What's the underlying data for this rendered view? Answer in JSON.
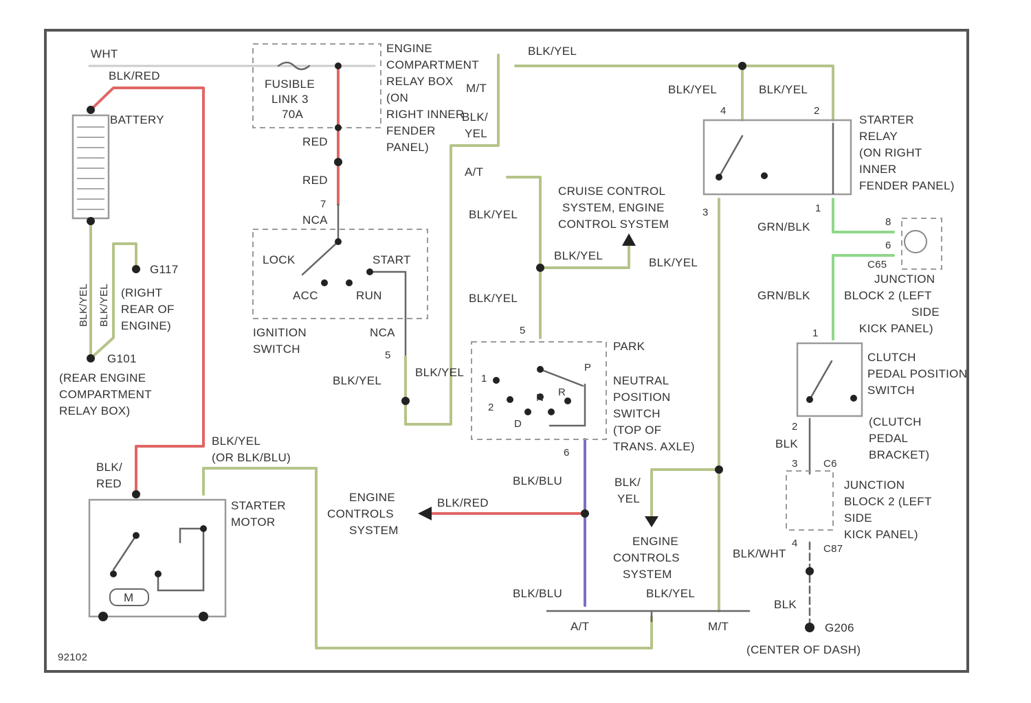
{
  "colors": {
    "background": "#ffffff",
    "frame": "#555555",
    "wire_red": "#e06666",
    "wire_blk_yel": "#b5c48a",
    "wire_grn_blk": "#8fd88a",
    "wire_blk_blu": "#7b6fc4",
    "wire_blk": "#666666",
    "wire_wht": "#cccccc",
    "text": "#333333"
  },
  "figure_id": "92102",
  "components": {
    "battery": "BATTERY",
    "fusible_link": [
      "FUSIBLE",
      "LINK 3",
      "70A"
    ],
    "engine_relay_box": [
      "ENGINE",
      "COMPARTMENT",
      "RELAY BOX",
      "(ON",
      "RIGHT INNER",
      "FENDER",
      "PANEL)"
    ],
    "mt_top": "M/T",
    "g117": "G117",
    "g117_location": [
      "(RIGHT",
      "REAR OF",
      "ENGINE)"
    ],
    "g101": "G101",
    "g101_location": [
      "(REAR ENGINE",
      "COMPARTMENT",
      "RELAY BOX)"
    ],
    "ignition_switch": [
      "IGNITION",
      "SWITCH"
    ],
    "lock": "LOCK",
    "start": "START",
    "acc": "ACC",
    "run": "RUN",
    "cruise_control": [
      "CRUISE CONTROL",
      "SYSTEM, ENGINE",
      "CONTROL SYSTEM"
    ],
    "neutral_switch": [
      "NEUTRAL",
      "POSITION",
      "SWITCH",
      "(TOP OF",
      "TRANS. AXLE)"
    ],
    "park": "PARK",
    "starter_motor": [
      "STARTER",
      "MOTOR"
    ],
    "motor_symbol": "M",
    "ecs_left": [
      "ENGINE",
      "CONTROLS",
      "SYSTEM"
    ],
    "ecs_right": [
      "ENGINE",
      "CONTROLS",
      "SYSTEM"
    ],
    "starter_relay": [
      "STARTER",
      "RELAY",
      "(ON RIGHT",
      "INNER",
      "FENDER PANEL)"
    ],
    "junction_block_2_upper": [
      "JUNCTION",
      "BLOCK 2 (LEFT",
      "SIDE",
      "KICK PANEL)"
    ],
    "clutch_switch": [
      "CLUTCH",
      "PEDAL POSITION",
      "SWITCH"
    ],
    "clutch_bracket": [
      "(CLUTCH",
      "PEDAL",
      "BRACKET)"
    ],
    "junction_block_2_lower": [
      "JUNCTION",
      "BLOCK 2 (LEFT",
      "SIDE",
      "KICK PANEL)"
    ],
    "g206": "G206",
    "g206_location": "(CENTER OF DASH)",
    "at_label": "A/T",
    "mt_label": "M/T",
    "at_top": "A/T"
  },
  "wire_labels": {
    "wht": "WHT",
    "blk_red_top": "BLK/RED",
    "blk_yel_top": "BLK/YEL",
    "blk_yel_relay_4": "BLK/YEL",
    "blk_yel_relay_2": "BLK/YEL",
    "red_1": "RED",
    "red_2": "RED",
    "nca_1": "NCA",
    "nca_2": "NCA",
    "blk_yel_side": "BLK/YEL",
    "blk_yel_at_1": "BLK/YEL",
    "blk_yel_cruise": "BLK/YEL",
    "blk_yel_cruise_right": "BLK/YEL",
    "blk_yel_at_2": "BLK/YEL",
    "blk_yel_ign": "BLK/YEL",
    "blk_yel_ign_2": [
      "BLK/",
      "YEL"
    ],
    "blk_yel_g117_a": "BLK/YEL",
    "blk_yel_g117_b": "BLK/YEL",
    "blk_red_starter": [
      "BLK/",
      "RED"
    ],
    "blk_yel_starter": [
      "BLK/YEL",
      "(OR BLK/BLU)"
    ],
    "blk_blu_1": "BLK/BLU",
    "blk_red_ecs": "BLK/RED",
    "blk_yel_ecs": [
      "BLK/",
      "YEL"
    ],
    "blk_blu_2": "BLK/BLU",
    "blk_yel_bottom": "BLK/YEL",
    "grn_blk_1": "GRN/BLK",
    "grn_blk_2": "GRN/BLK",
    "blk_1": "BLK",
    "blk_wht": "BLK/WHT",
    "blk_2": "BLK"
  },
  "connectors": {
    "c6": "C6",
    "c65": "C65",
    "c87": "C87",
    "c87_b": "C87"
  },
  "pins": {
    "p7": "7",
    "p5": "5",
    "p4": "4",
    "p2": "2",
    "p3": "3",
    "p1": "1",
    "p6": "6",
    "p5b": "5",
    "p1b": "1",
    "p2b": "2",
    "p3b": "3",
    "p4b": "4",
    "p8": "8",
    "p6b": "6"
  },
  "gear_positions": [
    "P",
    "R",
    "N",
    "D",
    "2",
    "1"
  ]
}
